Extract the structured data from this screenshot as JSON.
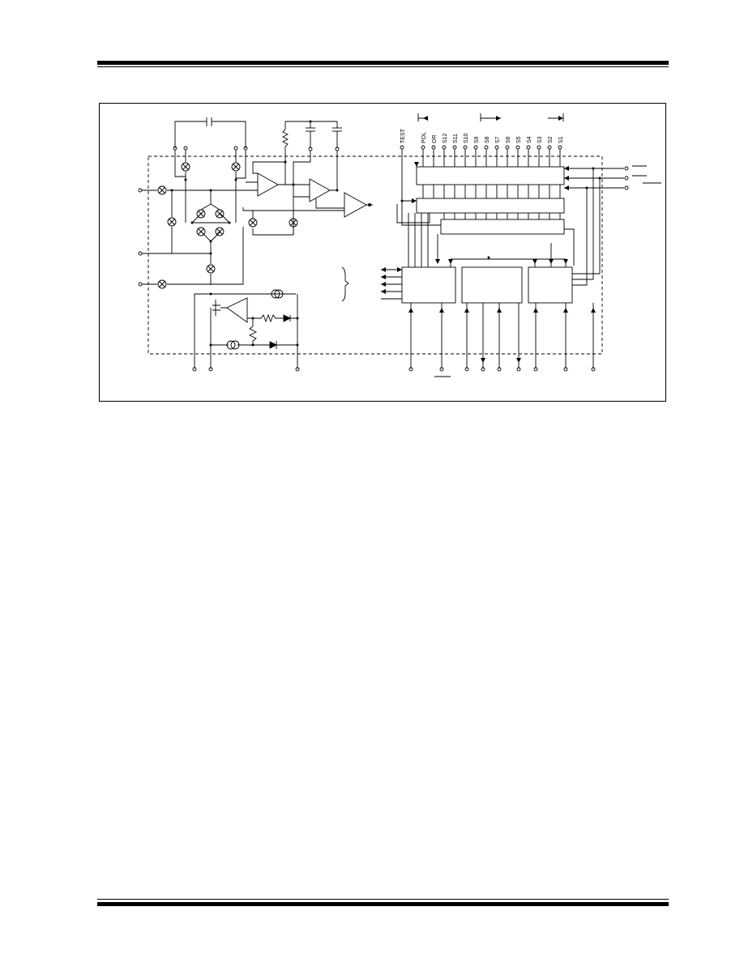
{
  "header": {
    "rule_style": "double"
  },
  "footer": {
    "rule_style": "double"
  },
  "diagram": {
    "pin_labels": {
      "test": "TEST",
      "pol": "POL",
      "or": "OR",
      "segments": [
        "S12",
        "S11",
        "S10",
        "S9",
        "S8",
        "S7",
        "S6",
        "S5",
        "S4",
        "S3",
        "S2",
        "S1"
      ]
    }
  }
}
